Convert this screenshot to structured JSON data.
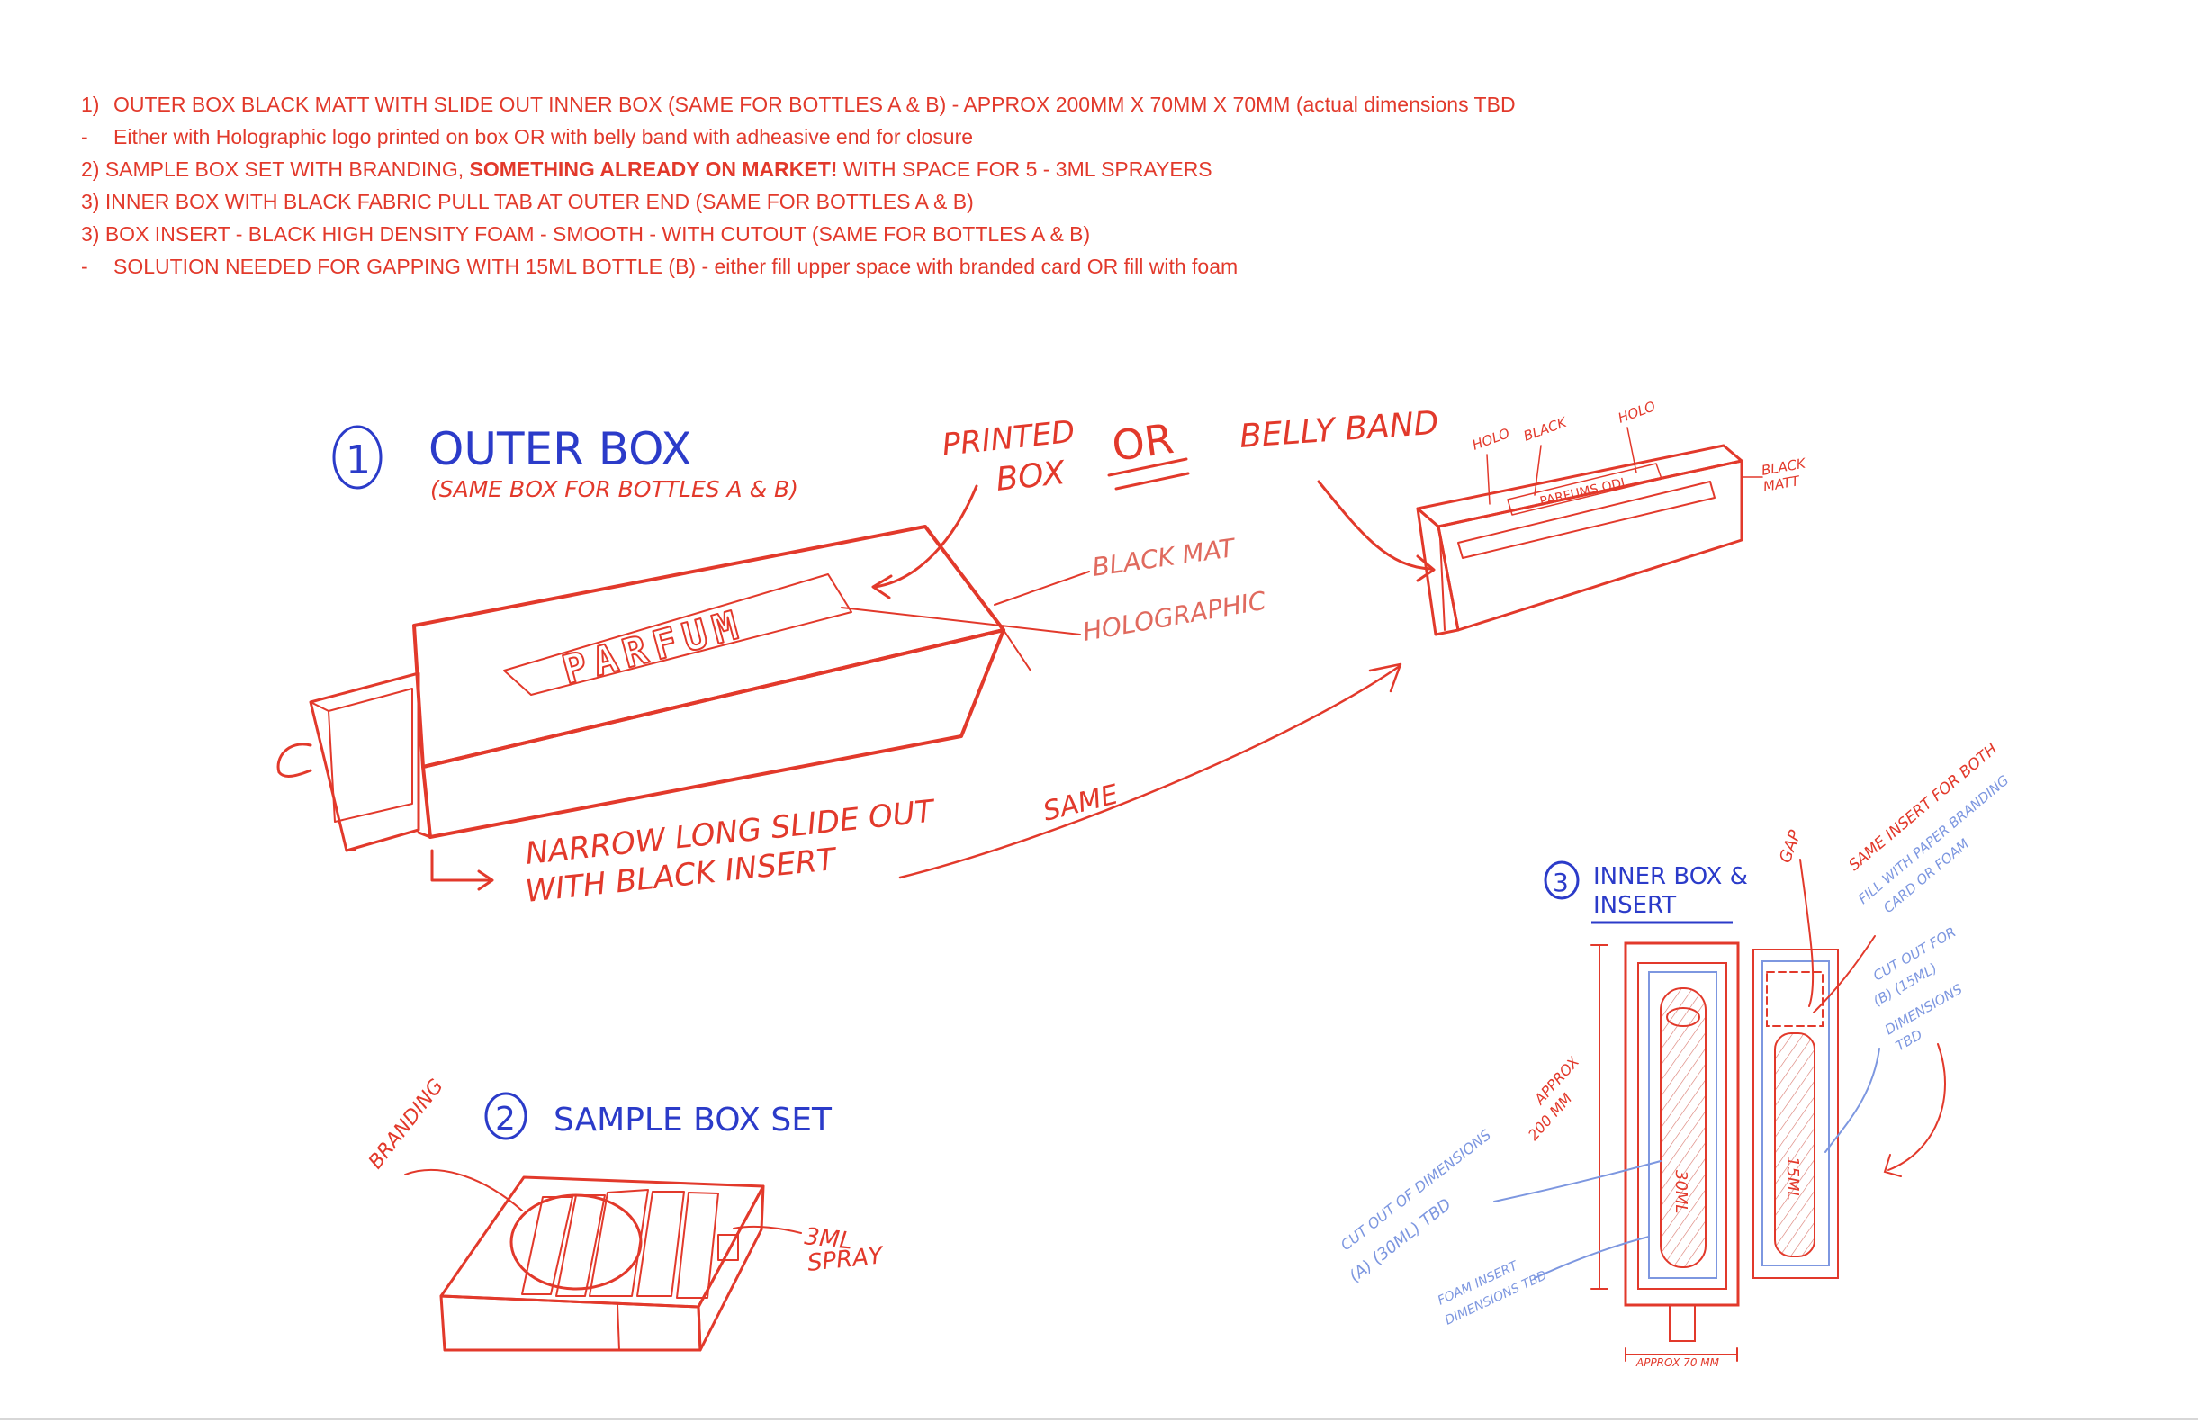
{
  "colors": {
    "red": "#e2392b",
    "blue": "#2b3bc9",
    "light_blue": "#7d97e0"
  },
  "notes": [
    {
      "marker": "1)",
      "text": "OUTER BOX BLACK MATT WITH SLIDE OUT INNER BOX (SAME FOR BOTTLES A & B) - APPROX 200MM X 70MM X 70MM (actual dimensions TBD"
    },
    {
      "marker": "-",
      "text": "Either with Holographic logo printed on box OR with belly band with adheasive end for closure"
    },
    {
      "marker": "",
      "pre": "2) SAMPLE BOX SET WITH BRANDING, ",
      "bold": "SOMETHING ALREADY ON MARKET!",
      "post": " WITH SPACE FOR 5 - 3ML SPRAYERS"
    },
    {
      "marker": "",
      "text": "3) INNER BOX WITH BLACK FABRIC PULL TAB AT OUTER END (SAME FOR BOTTLES A & B)"
    },
    {
      "marker": "",
      "text": "3) BOX INSERT - BLACK HIGH DENSITY FOAM - SMOOTH - WITH CUTOUT (SAME FOR BOTTLES A & B)"
    },
    {
      "marker": "-",
      "text": "SOLUTION NEEDED FOR GAPPING WITH 15ML BOTTLE (B) - either fill upper space with branded card OR fill with foam"
    }
  ],
  "sketch1": {
    "number": "1",
    "title": "OUTER BOX",
    "subtitle": "(SAME BOX FOR BOTTLES A & B)",
    "logo_text": "PARFUM",
    "label_printed_1": "PRINTED",
    "label_printed_2": "BOX",
    "label_or": "OR",
    "label_belly": "BELLY BAND",
    "label_black_mat": "BLACK MAT",
    "label_holographic": "HOLOGRAPHIC",
    "label_slide_1": "NARROW LONG SLIDE OUT",
    "label_slide_2": "WITH BLACK INSERT",
    "label_same": "SAME",
    "band_holo_left": "HOLO",
    "band_black": "BLACK",
    "band_holo_right": "HOLO",
    "band_logo": "PARFUMS ODI",
    "band_black_matt_1": "BLACK",
    "band_black_matt_2": "MATT"
  },
  "sketch2": {
    "number": "2",
    "title": "SAMPLE BOX SET",
    "label_branding": "BRANDING",
    "label_spray_1": "3ML",
    "label_spray_2": "SPRAY"
  },
  "sketch3": {
    "number": "3",
    "title_1": "INNER BOX &",
    "title_2": "INSERT",
    "label_gap": "GAP",
    "label_same_1": "SAME INSERT FOR BOTH",
    "label_same_2": "FILL WITH PAPER BRANDING",
    "label_same_3": "CARD OR FOAM",
    "label_cut_b_1": "CUT OUT FOR",
    "label_cut_b_2": "(B) (15ML)",
    "label_cut_b_3": "DIMENSIONS",
    "label_cut_b_4": "TBD",
    "label_cut_a_1": "CUT OUT OF DIMENSIONS",
    "label_cut_a_2": "(A) (30ML) TBD",
    "label_foam_1": "FOAM INSERT",
    "label_foam_2": "DIMENSIONS TBD",
    "label_approx_1": "APPROX",
    "label_approx_2": "200 MM",
    "label_30ml": "30ML",
    "label_15ml": "15ML",
    "label_width": "APPROX 70 MM"
  }
}
